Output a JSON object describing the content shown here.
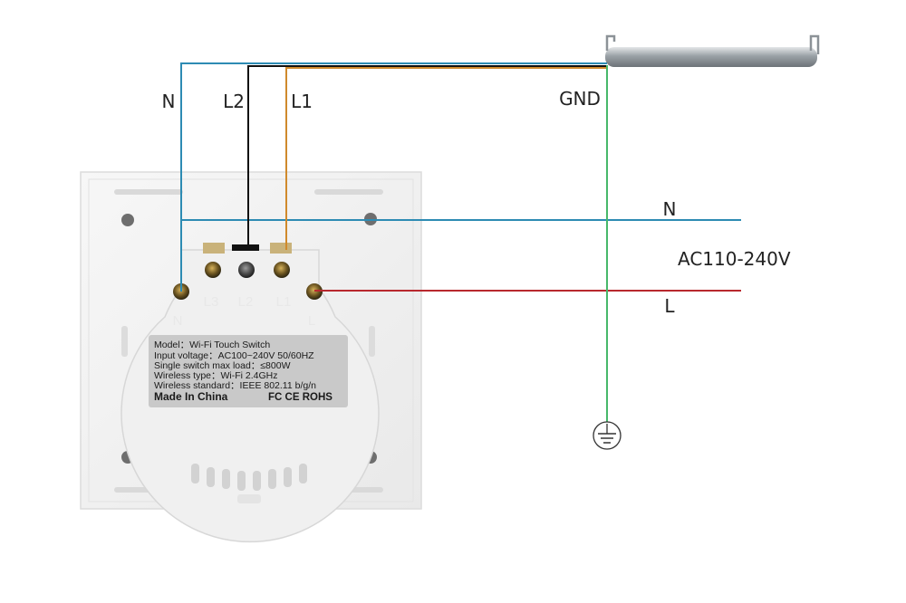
{
  "colors": {
    "neutral_wire": "#2d8bb3",
    "live_wire": "#b8282e",
    "l1_wire": "#d08a2c",
    "l2_wire": "#111111",
    "ground_wire": "#47b86a",
    "plate": "#f4f4f4",
    "sticker": "#c9c9c9"
  },
  "wire_labels": {
    "top_n": "N",
    "top_l2": "L2",
    "top_l1": "L1",
    "gnd": "GND",
    "right_n": "N",
    "supply": "AC110-240V",
    "right_l": "L"
  },
  "terminals": {
    "n": "N",
    "l3": "L3",
    "l2": "L2",
    "l1": "L1",
    "l": "L"
  },
  "sticker": {
    "model": "Model：Wi-Fi Touch Switch",
    "input_voltage": "Input voltage：AC100~240V  50/60HZ",
    "max_load": "Single switch max load：≤800W",
    "wireless_type": "Wireless type：Wi-Fi 2.4GHz",
    "wireless_standard": "Wireless standard：IEEE 802.11 b/g/n",
    "made_in": "Made In China",
    "certs": "FC CE ROHS"
  },
  "icons": {
    "ground": "earth-ground-icon",
    "lamp": "tube-lamp-icon"
  }
}
